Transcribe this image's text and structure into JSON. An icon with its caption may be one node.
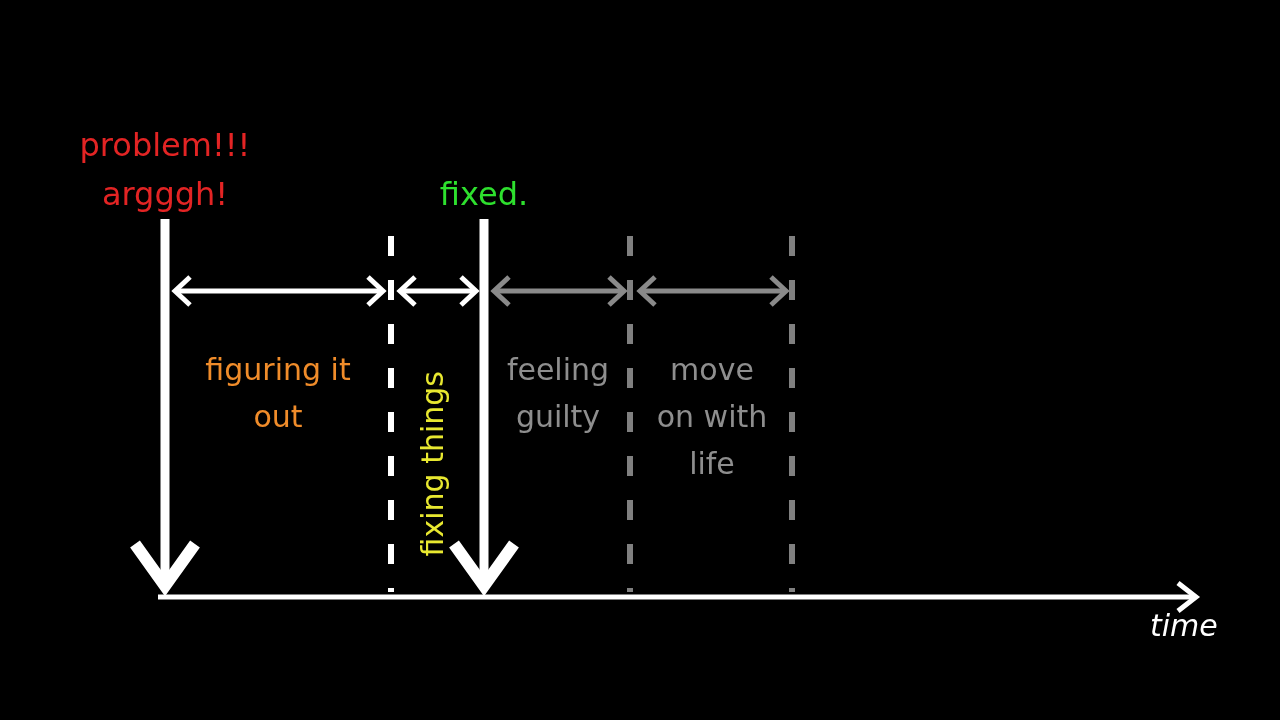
{
  "diagram": {
    "nodes": [
      {
        "text": [
          "problem!!! argggh!"
        ]
      },
      {
        "text": [
          "fixed."
        ]
      }
    ],
    "edges": [
      {
        "from": 0,
        "to": null,
        "arrow": "to"
      },
      {
        "from": 1,
        "to": null,
        "arrow": "to"
      }
    ],
    "labels": [
      "figuring it out",
      "fixing things",
      "feeling guilty",
      "move on with life",
      "time"
    ]
  }
}
